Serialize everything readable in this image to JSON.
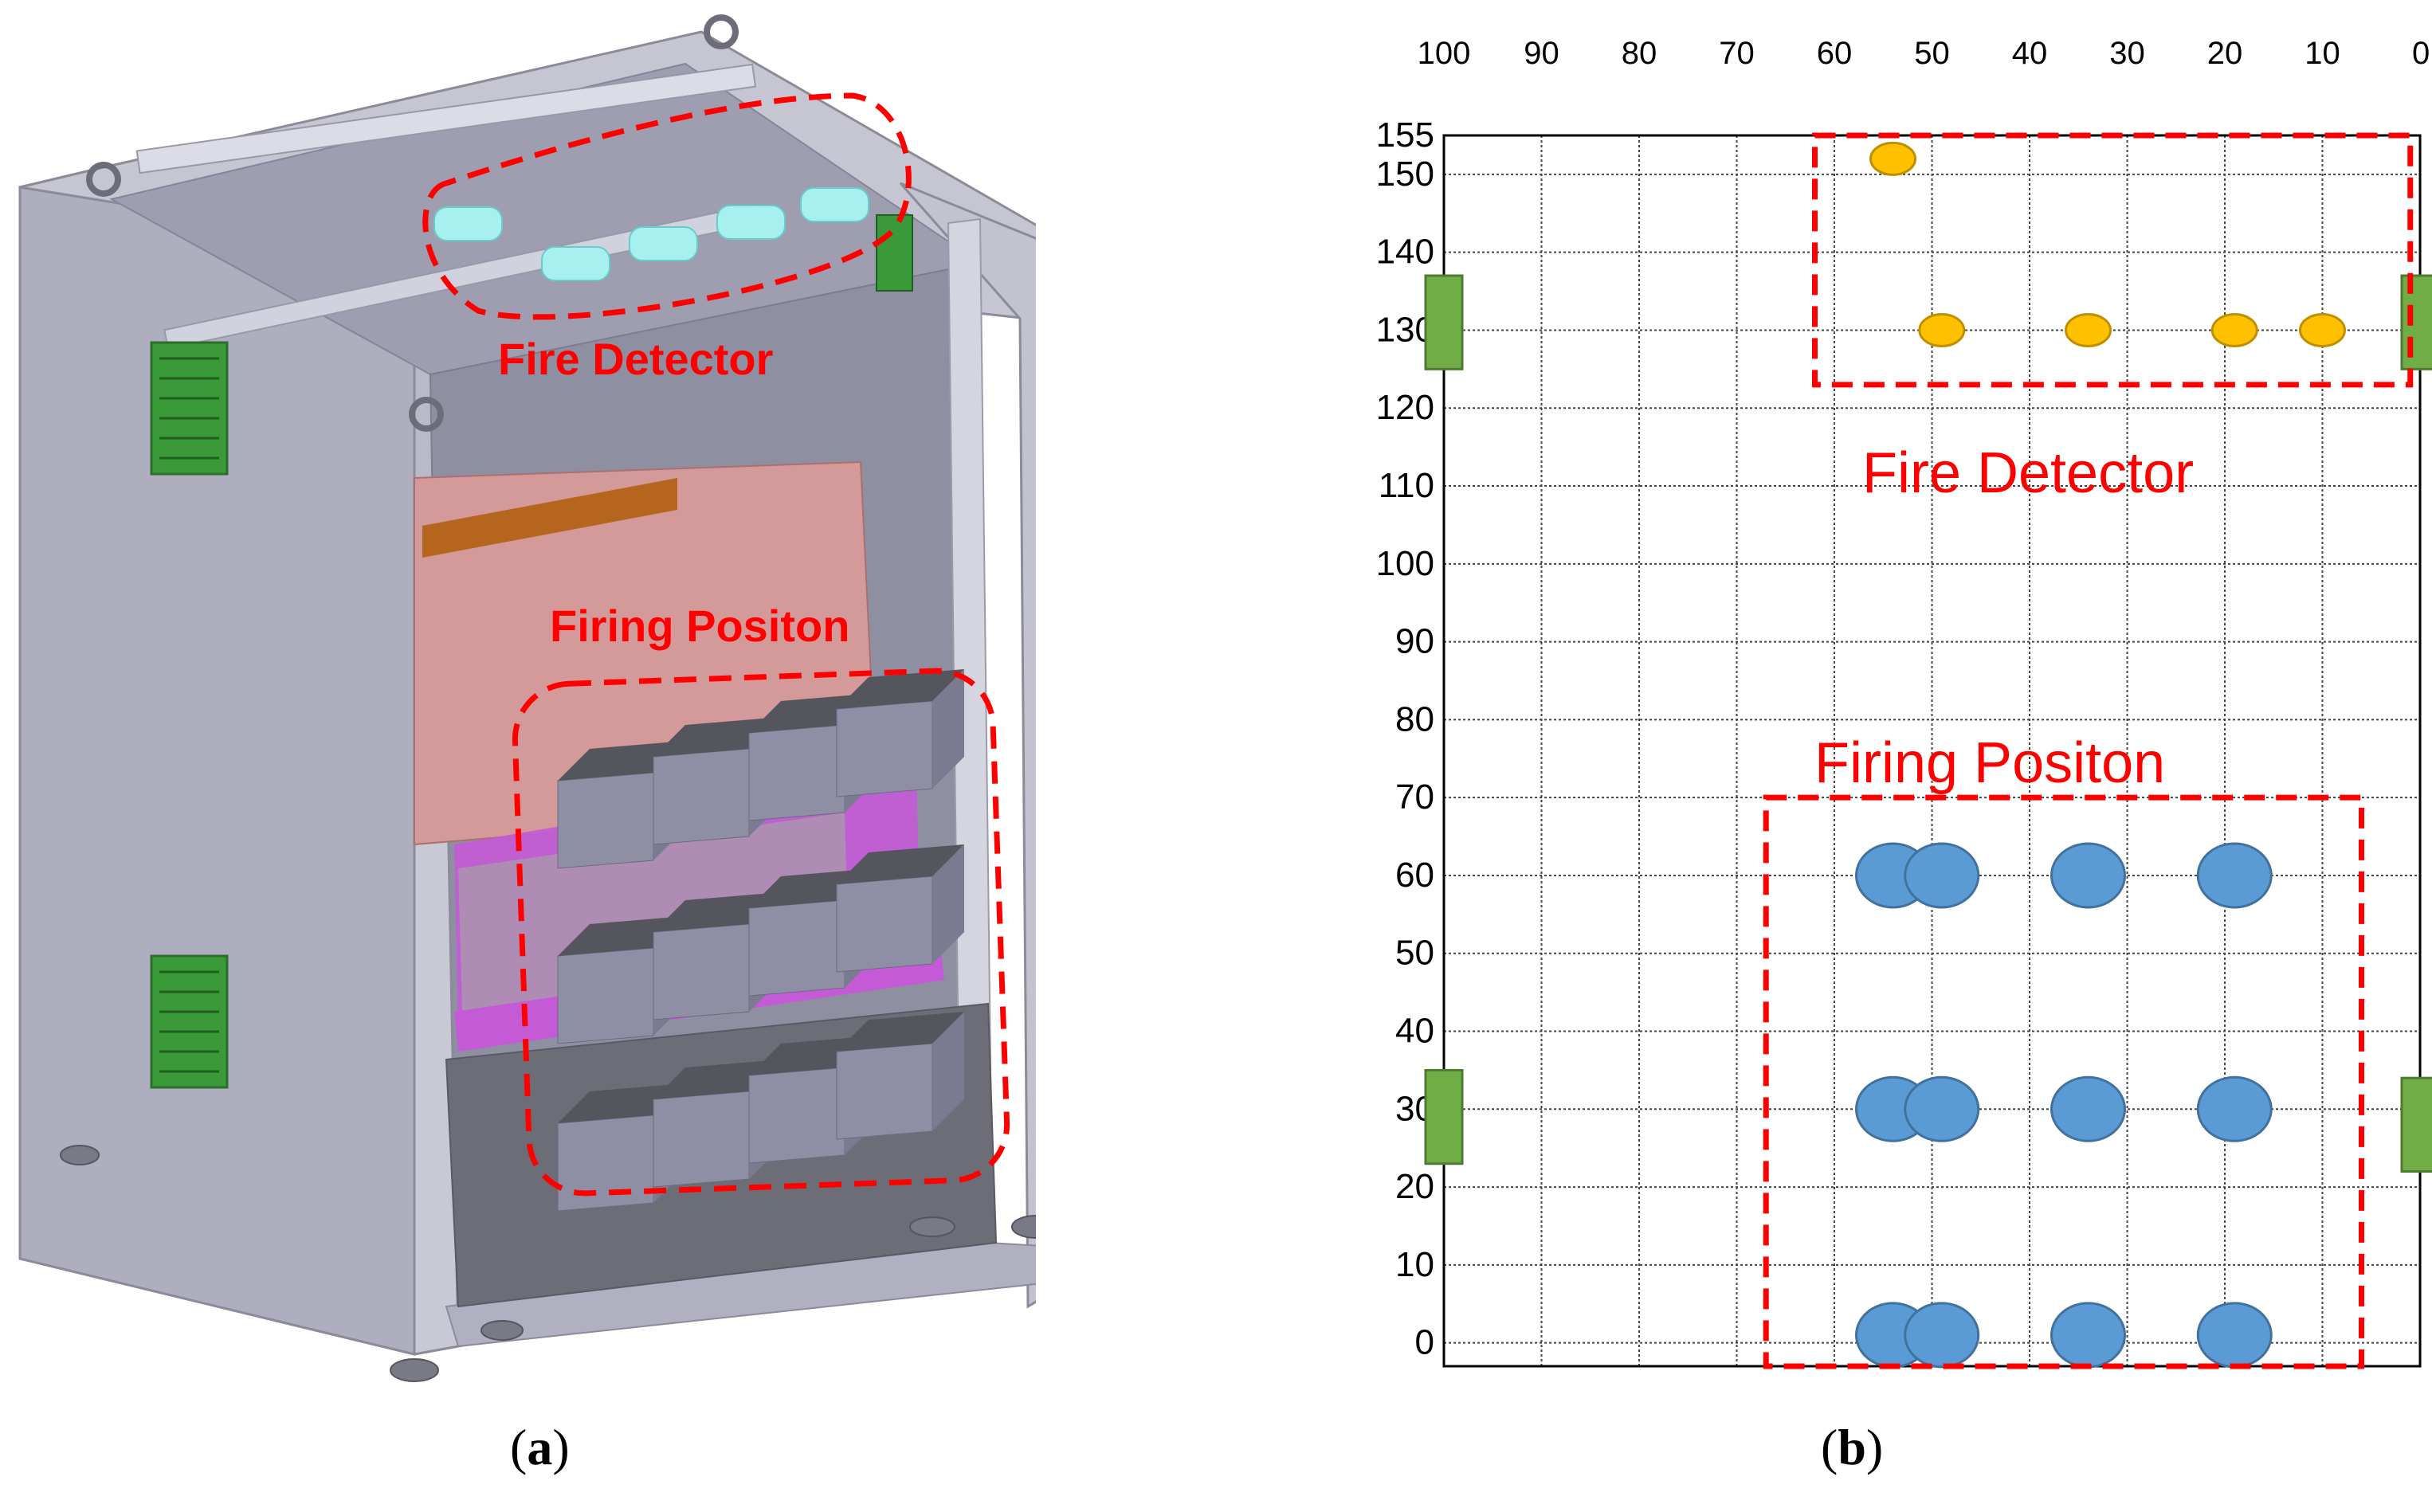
{
  "panel_a": {
    "caption_letter": "a",
    "labels": {
      "fire_detector": "Fire Detector",
      "firing_position": "Firing Positon"
    }
  },
  "panel_b": {
    "caption_letter": "b",
    "labels": {
      "fire_detector": "Fire Detector",
      "firing_position": "Firing Positon"
    },
    "colors": {
      "detector": "#ffc000",
      "firing": "#5b9bd5",
      "vent": "#70ad47",
      "annotation": "#ff0000"
    }
  },
  "chart_data": {
    "type": "scatter",
    "x_ticks": [
      "100",
      "90",
      "80",
      "70",
      "60",
      "50",
      "40",
      "30",
      "20",
      "10",
      "0"
    ],
    "y_ticks": [
      "155",
      "150",
      "140",
      "130",
      "120",
      "110",
      "100",
      "90",
      "80",
      "70",
      "60",
      "50",
      "40",
      "30",
      "20",
      "10",
      "0"
    ],
    "xlim": [
      100,
      0
    ],
    "ylim": [
      -3,
      155
    ],
    "x_axis_position": "top",
    "grid": true,
    "series": [
      {
        "marker": "small-ellipse",
        "color": "#ffc000",
        "points": [
          [
            54,
            152
          ],
          [
            49,
            130
          ],
          [
            34,
            130
          ],
          [
            19,
            130
          ],
          [
            10,
            130
          ]
        ]
      },
      {
        "marker": "large-circle",
        "color": "#5b9bd5",
        "points": [
          [
            54,
            60
          ],
          [
            49,
            60
          ],
          [
            34,
            60
          ],
          [
            19,
            60
          ],
          [
            54,
            30
          ],
          [
            49,
            30
          ],
          [
            34,
            30
          ],
          [
            19,
            30
          ],
          [
            54,
            1
          ],
          [
            49,
            1
          ],
          [
            34,
            1
          ],
          [
            19,
            1
          ]
        ]
      }
    ],
    "vents": [
      {
        "side": "left",
        "y_range": [
          125,
          137
        ]
      },
      {
        "side": "left",
        "y_range": [
          23,
          35
        ]
      },
      {
        "side": "right",
        "y_range": [
          125,
          137
        ]
      },
      {
        "side": "right",
        "y_range": [
          22,
          34
        ]
      }
    ]
  }
}
